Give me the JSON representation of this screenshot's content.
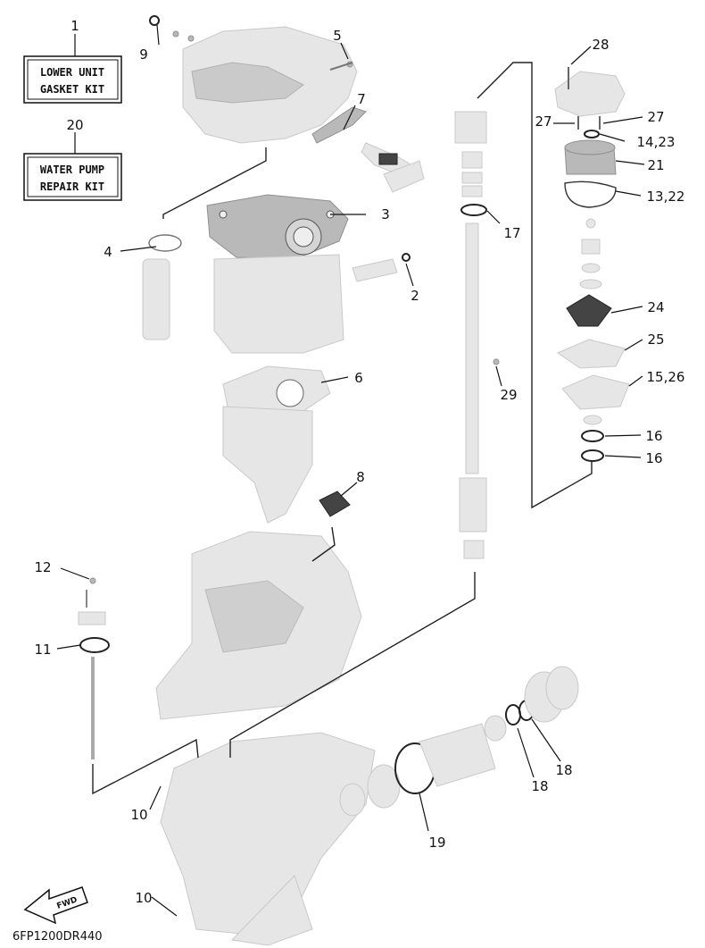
{
  "kits": {
    "lower_unit": {
      "number": "1",
      "line1": "LOWER UNIT",
      "line2": "GASKET KIT"
    },
    "water_pump": {
      "number": "20",
      "line1": "WATER PUMP",
      "line2": "REPAIR KIT"
    }
  },
  "callouts": {
    "c2": "2",
    "c3": "3",
    "c4": "4",
    "c5": "5",
    "c6": "6",
    "c7": "7",
    "c8": "8",
    "c9": "9",
    "c10a": "10",
    "c10b": "10",
    "c11": "11",
    "c12": "12",
    "c13_22": "13,22",
    "c14_23": "14,23",
    "c15_26": "15,26",
    "c16a": "16",
    "c16b": "16",
    "c17": "17",
    "c18a": "18",
    "c18b": "18",
    "c19": "19",
    "c21": "21",
    "c24": "24",
    "c25": "25",
    "c27a": "27",
    "c27b": "27",
    "c28": "28",
    "c29": "29"
  },
  "direction_badge": "FWD",
  "diagram_code": "6FP1200DR440"
}
